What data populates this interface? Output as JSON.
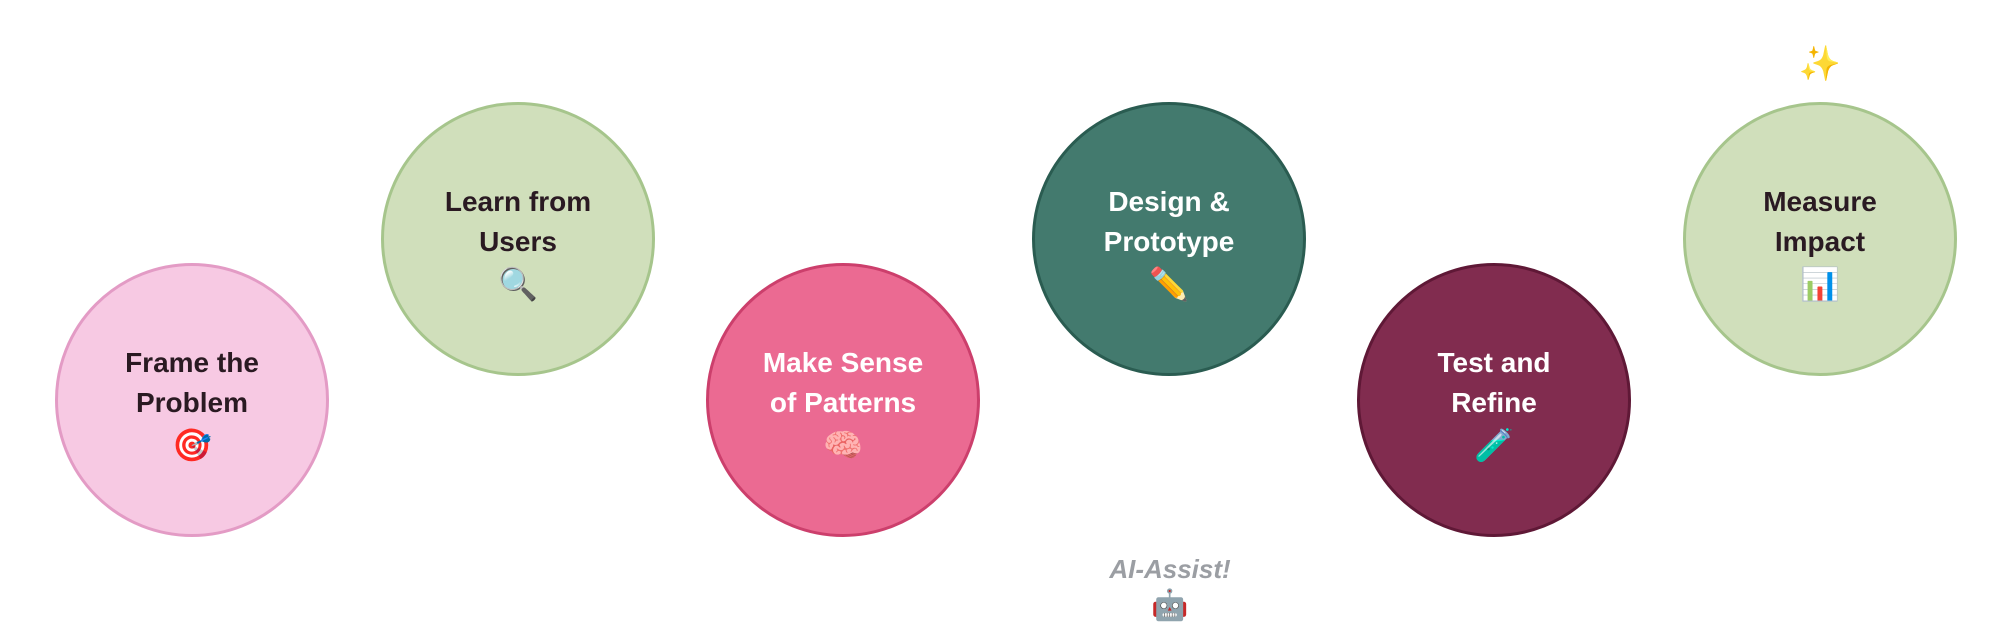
{
  "steps": [
    {
      "label": "Frame the Problem",
      "icon": "🎯",
      "icon_name": "target-icon",
      "fill": "#f7c9e3",
      "border": "#e39bc5"
    },
    {
      "label": "Learn from Users",
      "icon": "🔍",
      "icon_name": "magnifier-icon",
      "fill": "#d0dfbb",
      "border": "#a6c58c"
    },
    {
      "label": "Make Sense of Patterns",
      "icon": "🧠",
      "icon_name": "brain-icon",
      "fill": "#eb6a92",
      "border": "#cc3f6c"
    },
    {
      "label": "Design & Prototype",
      "icon": "✏️",
      "icon_name": "pencil-icon",
      "fill": "#437a6e",
      "border": "#2a5c51"
    },
    {
      "label": "Test and Refine",
      "icon": "🧪",
      "icon_name": "test-tube-icon",
      "fill": "#812c4f",
      "border": "#5f1836"
    },
    {
      "label": "Measure Impact",
      "icon": "📊",
      "icon_name": "bar-chart-icon",
      "fill": "#d0dfbb",
      "border": "#a6c58c"
    }
  ],
  "decorations": {
    "sparkle_icon": "✨",
    "ai_assist_label": "AI-Assist!",
    "robot_icon": "🤖"
  }
}
